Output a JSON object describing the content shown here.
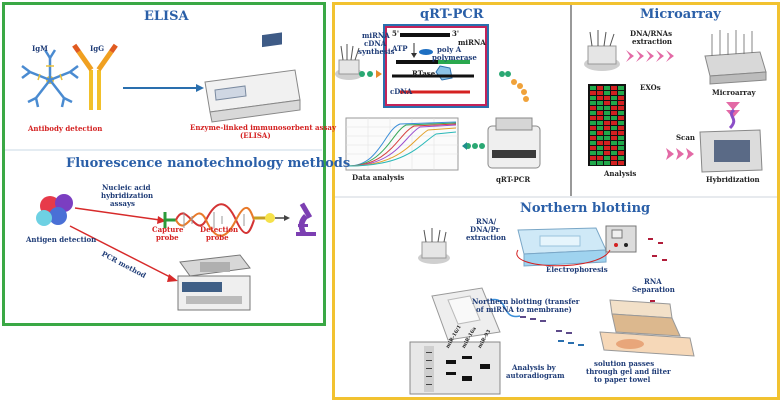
{
  "elisa": {
    "title": "ELISA",
    "igm": "IgM",
    "igg": "IgG",
    "antibody_detection": "Antibody detection",
    "elisa_caption_line1": "Enzyme-linked immunosorbent assay",
    "elisa_caption_line2": "(ELISA)"
  },
  "fluorescence": {
    "title": "Fluorescence nanotechnology methods",
    "nucleic_line1": "Nucleic acid",
    "nucleic_line2": "hybridization",
    "nucleic_line3": "assays",
    "antigen_detection": "Antigen detection",
    "pcr_method": "PCR method",
    "capture_line1": "Capture",
    "capture_line2": "probe",
    "detection_line1": "Detection",
    "detection_line2": "probe"
  },
  "qrtpcr": {
    "title": "qRT-PCR",
    "mirna_cdna_line1": "miRNA",
    "mirna_cdna_line2": "cDNA",
    "mirna_cdna_line3": "synthesis",
    "five_prime": "5'",
    "three_prime": "3'",
    "mirna": "miRNA",
    "atp": "ATP",
    "polya_line1": "poly A",
    "polya_line2": "polymerase",
    "rtase": "RTase",
    "cdna": "cDNA",
    "data_analysis": "Data analysis",
    "qrtpcr_label": "qRT-PCR"
  },
  "microarray": {
    "title": "Microarray",
    "extraction_line1": "DNA/RNAs",
    "extraction_line2": "extraction",
    "exos": "EXOs",
    "microarray_label": "Microarray",
    "scan": "Scan",
    "hybridization": "Hybridization",
    "analysis": "Analysis"
  },
  "northern": {
    "title": "Northern blotting",
    "extraction_line1": "RNA/",
    "extraction_line2": "DNA/Pr",
    "extraction_line3": "extraction",
    "electrophoresis": "Electrophoresis",
    "rna_line1": "RNA",
    "rna_line2": "Separation",
    "transfer_line1": "Northern blotting (transfer",
    "transfer_line2": "of miRNA to membrane)",
    "autorad_line1": "Analysis by",
    "autorad_line2": "autoradiogram",
    "solution_line1": "solution passes",
    "solution_line2": "through gel and filter",
    "solution_line3": "to paper towel",
    "lane_labels": [
      "miR-16/1",
      "miR-16a",
      "miR-93"
    ]
  },
  "colors": {
    "green_border": "#3aa845",
    "gold_border": "#f2c230",
    "title_blue": "#2a5fa8",
    "label_red": "#d42121",
    "arrow_pink": "#e36aa6",
    "arrow_teal": "#1f8f8c"
  }
}
